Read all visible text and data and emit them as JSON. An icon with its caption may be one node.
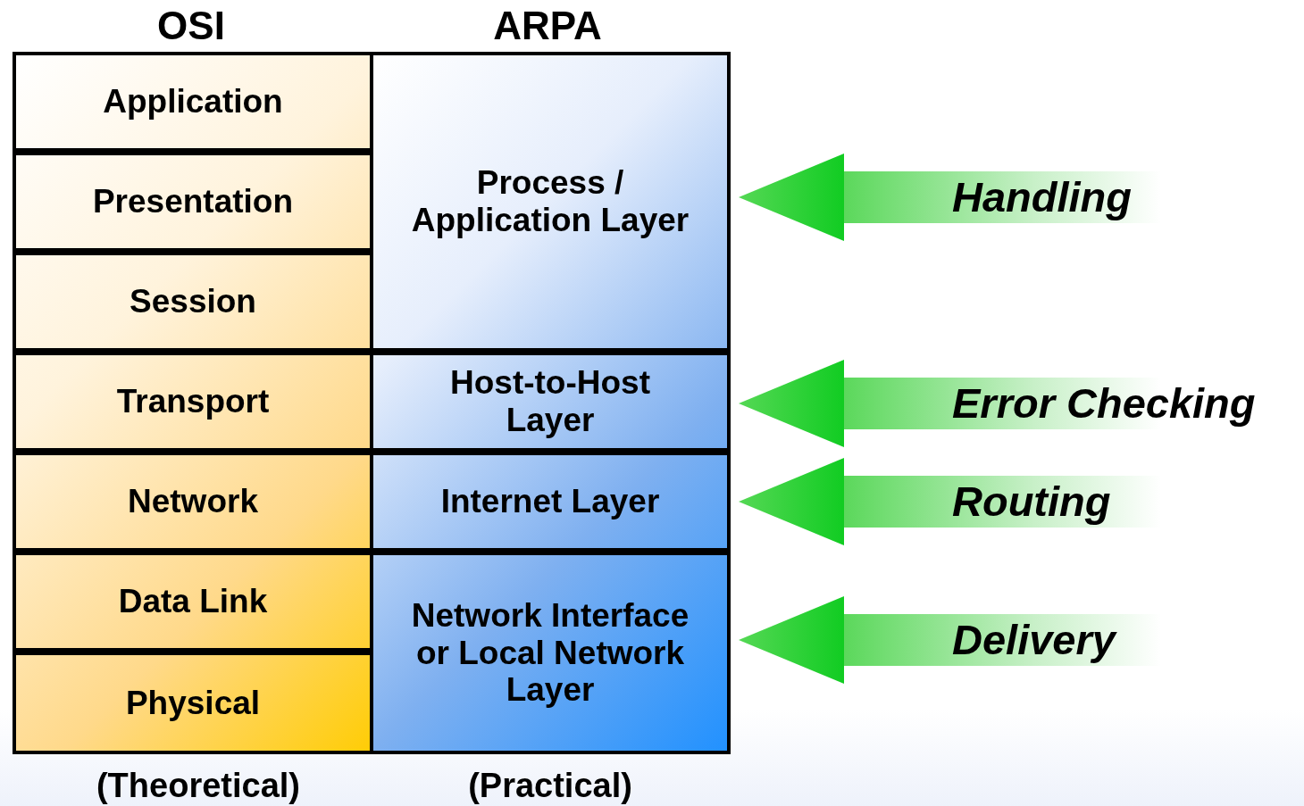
{
  "diagram": {
    "nodes": [
      {
        "text": [
          "Application"
        ]
      },
      {
        "text": [
          "Presentation"
        ]
      },
      {
        "text": [
          "Session"
        ]
      },
      {
        "text": [
          "Transport"
        ]
      },
      {
        "text": [
          "Network"
        ]
      },
      {
        "text": [
          "Data Link"
        ]
      },
      {
        "text": [
          "Physical"
        ]
      },
      {
        "text": [
          "Process / Application Layer"
        ]
      },
      {
        "text": [
          "Host-to-Host Layer"
        ]
      },
      {
        "text": [
          "Internet Layer"
        ]
      },
      {
        "text": [
          "Network Interface or Local Network Layer"
        ]
      }
    ],
    "edges": [
      {
        "from": null,
        "to": 7,
        "arrow": "to",
        "label": "Handling"
      },
      {
        "from": null,
        "to": 8,
        "arrow": "to",
        "label": "Error Checking"
      },
      {
        "from": null,
        "to": 9,
        "arrow": "to",
        "label": "Routing"
      },
      {
        "from": null,
        "to": 10,
        "arrow": "to",
        "label": "Delivery"
      }
    ],
    "labels": [
      "OSI",
      "ARPA",
      "(Theoretical)",
      "(Practical)"
    ]
  }
}
